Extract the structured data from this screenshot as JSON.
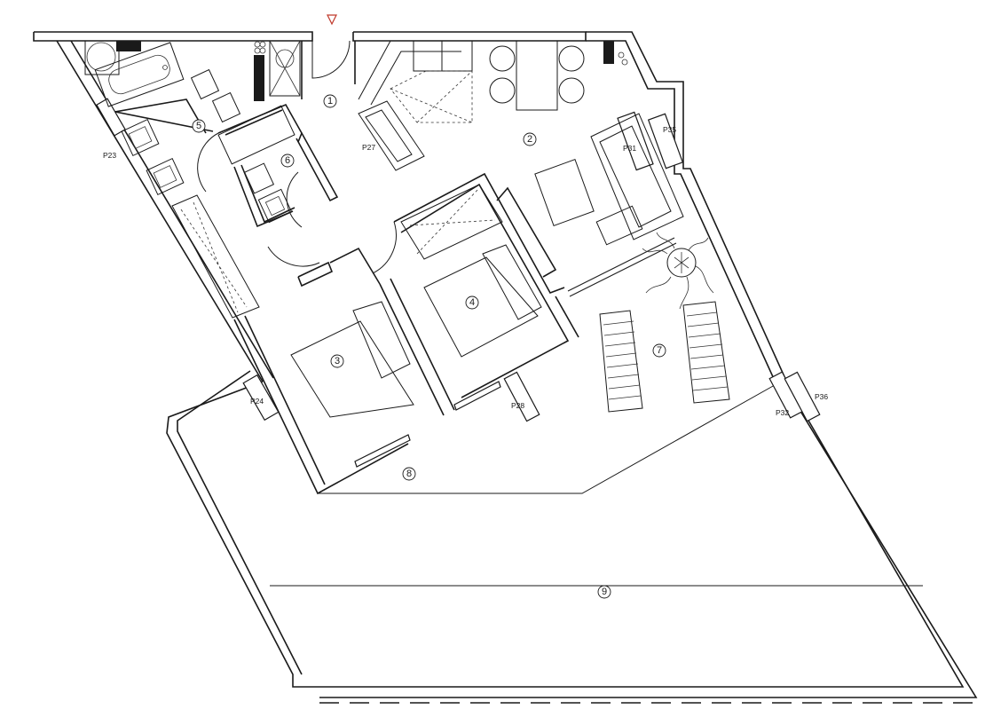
{
  "rooms": [
    {
      "id": "room-1",
      "label": "1"
    },
    {
      "id": "room-2",
      "label": "2"
    },
    {
      "id": "room-3",
      "label": "3"
    },
    {
      "id": "room-4",
      "label": "4"
    },
    {
      "id": "room-5",
      "label": "5"
    },
    {
      "id": "room-6",
      "label": "6"
    },
    {
      "id": "room-7",
      "label": "7"
    },
    {
      "id": "room-8",
      "label": "8"
    },
    {
      "id": "room-9",
      "label": "9"
    }
  ],
  "markers": {
    "p23": "P23",
    "p24": "P24",
    "p27": "P27",
    "p28": "P28",
    "p31": "P31",
    "p32": "P32",
    "p35": "P35",
    "p36": "P36"
  },
  "colors": {
    "lines": "#1a1a1a",
    "entrance_marker": "#c0392b"
  }
}
